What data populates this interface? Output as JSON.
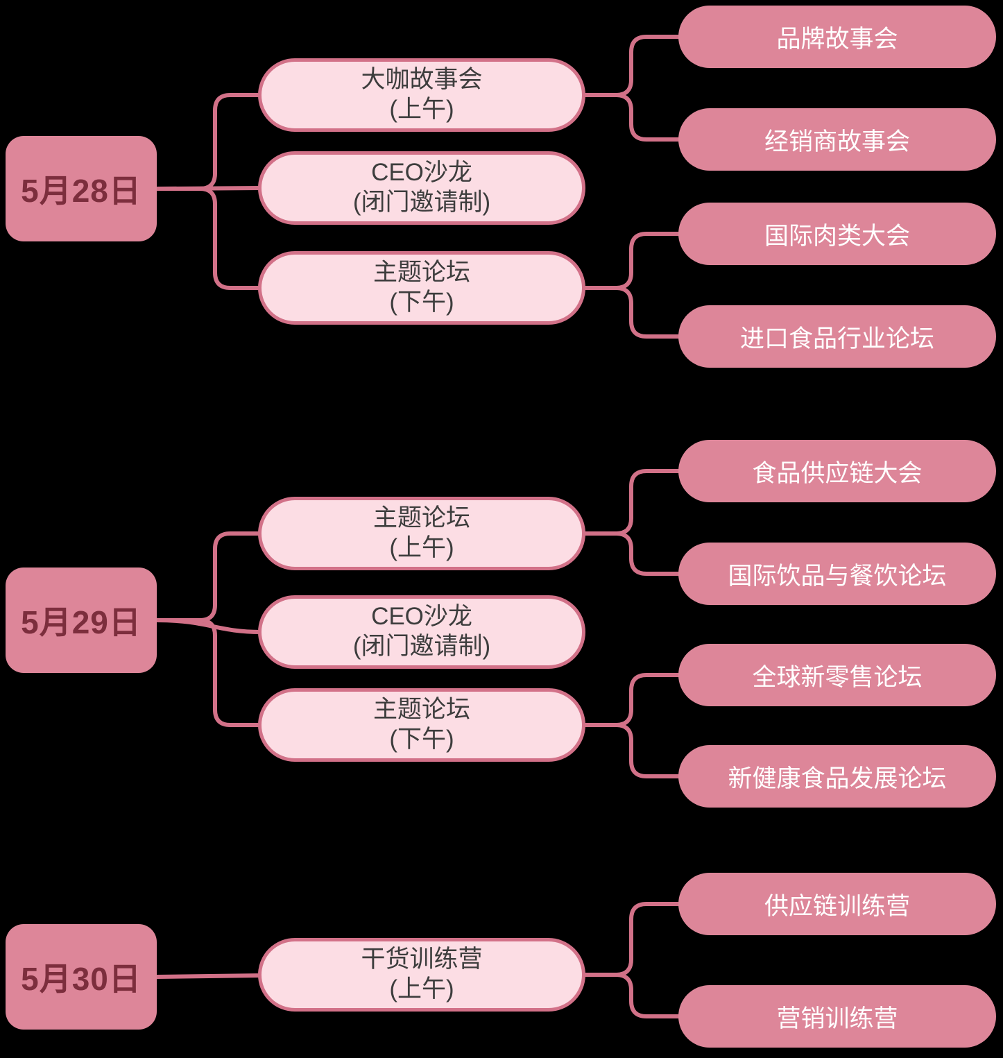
{
  "colors": {
    "background": "#000000",
    "date_fill": "#dd8699",
    "date_text": "#7c2e3d",
    "mid_fill": "#fcdde4",
    "mid_border": "#d27188",
    "mid_text": "#3d3d3d",
    "leaf_fill": "#dd8699",
    "leaf_text": "#ffffff",
    "connector": "#d27188"
  },
  "groups": [
    {
      "date": "5月28日",
      "sessions": [
        {
          "title": "大咖故事会",
          "subtitle": "(上午)",
          "events": [
            "品牌故事会",
            "经销商故事会"
          ]
        },
        {
          "title": "CEO沙龙",
          "subtitle": "(闭门邀请制)",
          "events": []
        },
        {
          "title": "主题论坛",
          "subtitle": "(下午)",
          "events": [
            "国际肉类大会",
            "进口食品行业论坛"
          ]
        }
      ]
    },
    {
      "date": "5月29日",
      "sessions": [
        {
          "title": "主题论坛",
          "subtitle": "(上午)",
          "events": [
            "食品供应链大会",
            "国际饮品与餐饮论坛"
          ]
        },
        {
          "title": "CEO沙龙",
          "subtitle": "(闭门邀请制)",
          "events": []
        },
        {
          "title": "主题论坛",
          "subtitle": "(下午)",
          "events": [
            "全球新零售论坛",
            "新健康食品发展论坛"
          ]
        }
      ]
    },
    {
      "date": "5月30日",
      "sessions": [
        {
          "title": "干货训练营",
          "subtitle": "(上午)",
          "events": [
            "供应链训练营",
            "营销训练营"
          ]
        }
      ]
    }
  ]
}
